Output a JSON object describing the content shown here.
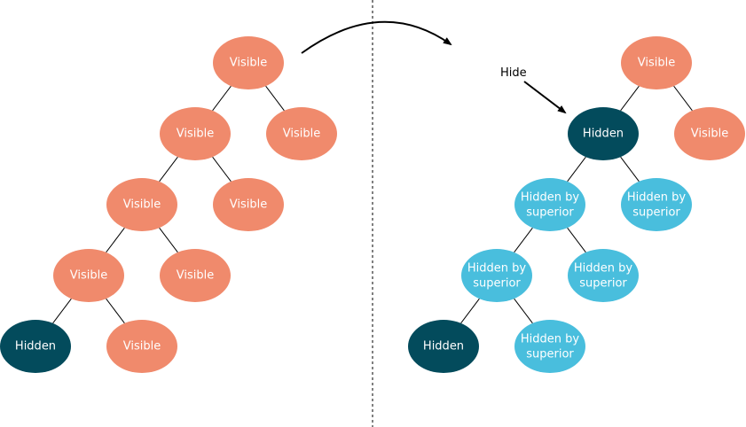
{
  "colors": {
    "visible": "#F08A6C",
    "hidden": "#034B5C",
    "hidden_by_superior": "#49BEDD",
    "edge": "#000000",
    "divider": "#000000"
  },
  "labels": {
    "visible": "Visible",
    "hidden": "Hidden",
    "hidden_by_superior": [
      "Hidden by",
      "superior"
    ],
    "hide": "Hide"
  },
  "trees": [
    {
      "id": "before",
      "nodes": [
        {
          "id": "b1",
          "state": "visible"
        },
        {
          "id": "b2",
          "state": "visible"
        },
        {
          "id": "b3",
          "state": "visible"
        },
        {
          "id": "b4",
          "state": "visible"
        },
        {
          "id": "b5",
          "state": "visible"
        },
        {
          "id": "b6",
          "state": "visible"
        },
        {
          "id": "b7",
          "state": "visible"
        },
        {
          "id": "b8",
          "state": "hidden"
        },
        {
          "id": "b9",
          "state": "visible"
        }
      ],
      "edges": [
        [
          "b1",
          "b2"
        ],
        [
          "b1",
          "b3"
        ],
        [
          "b2",
          "b4"
        ],
        [
          "b2",
          "b5"
        ],
        [
          "b4",
          "b6"
        ],
        [
          "b4",
          "b7"
        ],
        [
          "b6",
          "b8"
        ],
        [
          "b6",
          "b9"
        ]
      ]
    },
    {
      "id": "after",
      "nodes": [
        {
          "id": "a1",
          "state": "visible"
        },
        {
          "id": "a2",
          "state": "hidden"
        },
        {
          "id": "a3",
          "state": "visible"
        },
        {
          "id": "a4",
          "state": "hidden_by_superior"
        },
        {
          "id": "a5",
          "state": "hidden_by_superior"
        },
        {
          "id": "a6",
          "state": "hidden_by_superior"
        },
        {
          "id": "a7",
          "state": "hidden_by_superior"
        },
        {
          "id": "a8",
          "state": "hidden"
        },
        {
          "id": "a9",
          "state": "hidden_by_superior"
        }
      ],
      "edges": [
        [
          "a1",
          "a2"
        ],
        [
          "a1",
          "a3"
        ],
        [
          "a2",
          "a4"
        ],
        [
          "a2",
          "a5"
        ],
        [
          "a4",
          "a6"
        ],
        [
          "a4",
          "a7"
        ],
        [
          "a6",
          "a8"
        ],
        [
          "a6",
          "a9"
        ]
      ]
    }
  ]
}
